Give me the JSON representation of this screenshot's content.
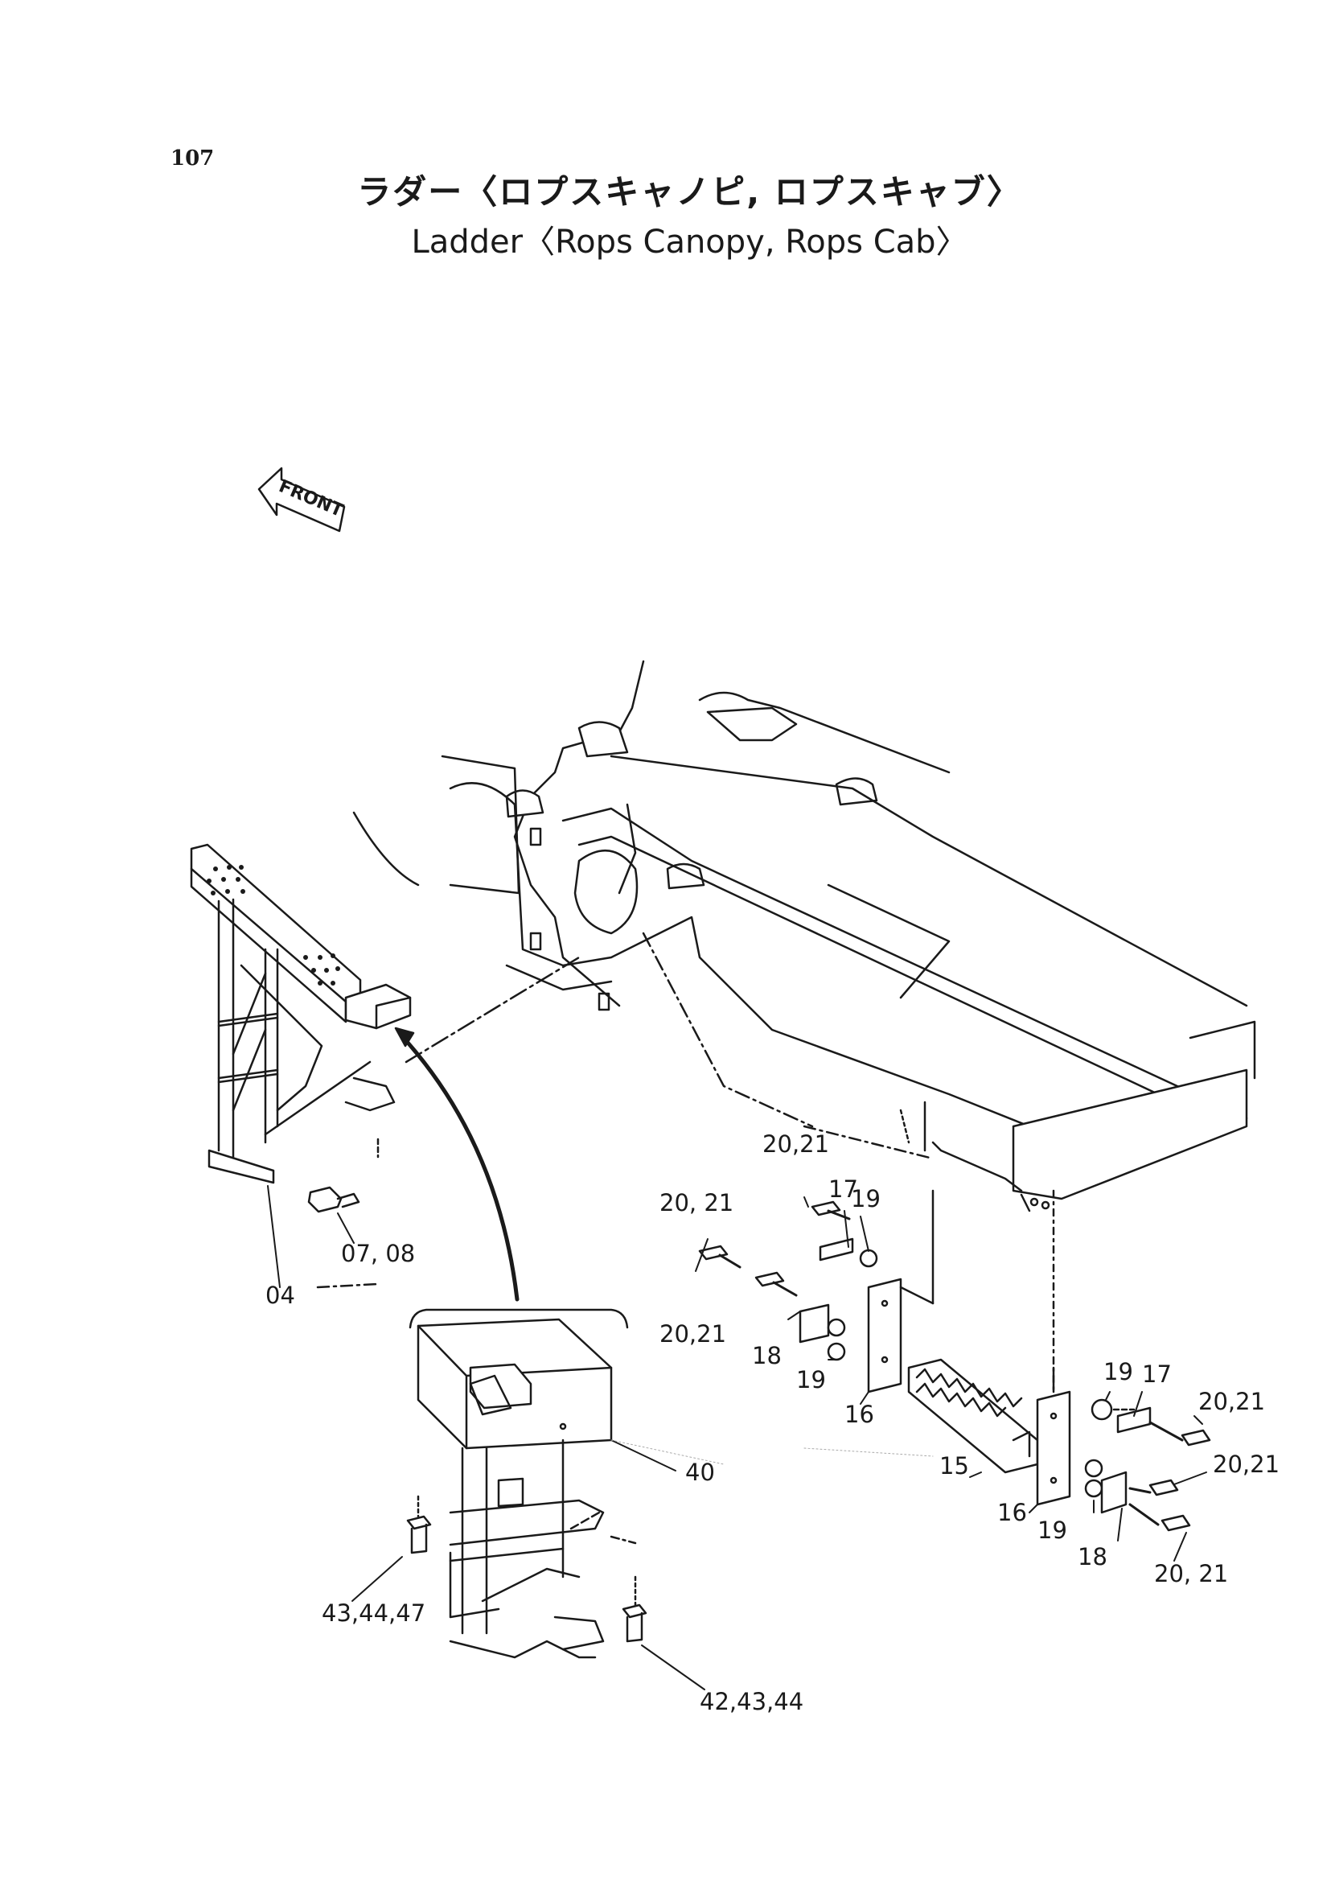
{
  "page": {
    "number": "107",
    "title_jp": "ラダー〈ロプスキャノピ, ロプスキャブ〉",
    "title_en": "Ladder〈Rops Canopy, Rops Cab〉"
  },
  "front_arrow": {
    "label": "FRONT"
  },
  "callouts": [
    {
      "id": "c04",
      "text": "04"
    },
    {
      "id": "c0708",
      "text": "07, 08"
    },
    {
      "id": "c40",
      "text": "40"
    },
    {
      "id": "c434447",
      "text": "43,44,47"
    },
    {
      "id": "c424344",
      "text": "42,43,44"
    },
    {
      "id": "c15",
      "text": "15"
    },
    {
      "id": "c16a",
      "text": "16"
    },
    {
      "id": "c16b",
      "text": "16"
    },
    {
      "id": "c17a",
      "text": "17"
    },
    {
      "id": "c17b",
      "text": "17"
    },
    {
      "id": "c18a",
      "text": "18"
    },
    {
      "id": "c18b",
      "text": "18"
    },
    {
      "id": "c19a",
      "text": "19"
    },
    {
      "id": "c19b",
      "text": "19"
    },
    {
      "id": "c19c",
      "text": "19"
    },
    {
      "id": "c19d",
      "text": "19"
    },
    {
      "id": "c2021a",
      "text": "20,21"
    },
    {
      "id": "c2021b",
      "text": "20, 21"
    },
    {
      "id": "c2021c",
      "text": "20,21"
    },
    {
      "id": "c2021d",
      "text": "20,21"
    },
    {
      "id": "c2021e",
      "text": "20,21"
    },
    {
      "id": "c2021f",
      "text": "20, 21"
    }
  ]
}
